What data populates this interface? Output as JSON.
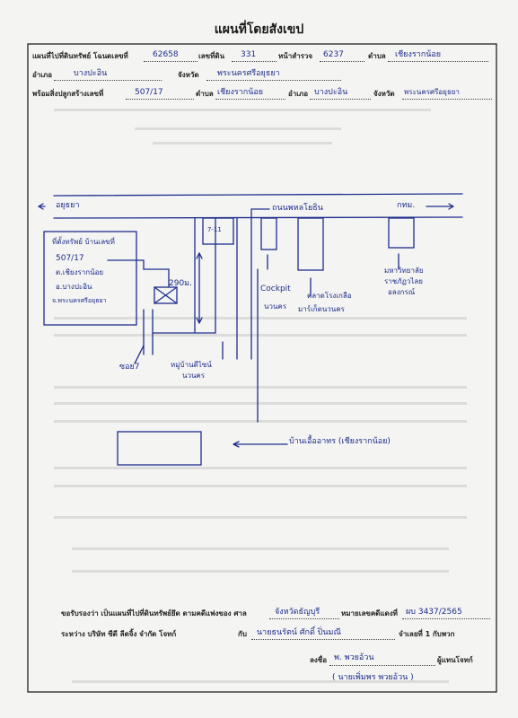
{
  "header": {
    "title": "แผนที่โดยสังเขป"
  },
  "form": {
    "title_deed_label": "แผนที่ไปที่ดินทรัพย์ โฉนดเลขที่",
    "title_deed_no": "62658",
    "land_no_label": "เลขที่ดิน",
    "land_no": "331",
    "survey_page_label": "หน้าสำรวจ",
    "survey_page": "6237",
    "subdistrict_label": "ตำบล",
    "subdistrict": "เชียงรากน้อย",
    "district_label": "อำเภอ",
    "district": "บางปะอิน",
    "province_label": "จังหวัด",
    "province": "พระนครศรีอยุธยา",
    "building_label": "พร้อมสิ่งปลูกสร้างเลขที่",
    "building_no": "507/17",
    "b_subdistrict_label": "ตำบล",
    "b_subdistrict": "เชียงรากน้อย",
    "b_district_label": "อำเภอ",
    "b_district": "บางปะอิน",
    "b_province_label": "จังหวัด",
    "b_province": "พระนครศรีอยุธยา"
  },
  "map": {
    "left_direction": "อยุธยา",
    "right_direction": "กทม.",
    "road_name": "ถนนพหลโยธิน",
    "property_title": "ที่ตั้งทรัพย์ บ้านเลขที่",
    "property_lines": [
      "507/17",
      "ต.เชียงรากน้อย",
      "อ.บางปะอิน",
      "จ.พระนครศรีอยุธยา"
    ],
    "store_label": "7-11",
    "distance_label": "290ม.",
    "soi_label": "ซอย7",
    "village_label": "หมู่บ้านดีไซน์",
    "village_label2": "นวนคร",
    "cockpit_label": "Cockpit",
    "cockpit_label2": "นวนคร",
    "market_label": "ตลาดโรงเกลือ",
    "market_label2": "มาร์เก็ตนวนคร",
    "university_label": "มหาวิทยาลัย",
    "university_label2": "ราชภัฏวไลย",
    "university_label3": "อลงกรณ์",
    "bottom_label": "บ้านเอื้ออาทร (เชียงรากน้อย)"
  },
  "footer": {
    "request_label": "ขอรับรองว่า เป็นแผนที่ไปที่ดินทรัพย์ยึด ตามคดีแพ่งของ ศาล",
    "court": "จังหวัดธัญบุรี",
    "case_label": "หมายเลขคดีแดงที่",
    "case_no": "ผบ 3437/2565",
    "between_label": "ระหว่าง บริษัท ซีดี ลีดจิ้ง จำกัด โจทก์",
    "with_label": "กับ",
    "defendant": "นายธนรัตน์ ศักดิ์ ปิ่นมณี",
    "defendant_suffix": "จำเลยที่ 1 กับพวก",
    "sign_label": "ลงชื่อ",
    "signature": "พ. พวยอ้วน",
    "signer_role": "ผู้แทนโจทก์",
    "signer_name": "( นายเพิ่มพร พวยอ้วน )"
  }
}
